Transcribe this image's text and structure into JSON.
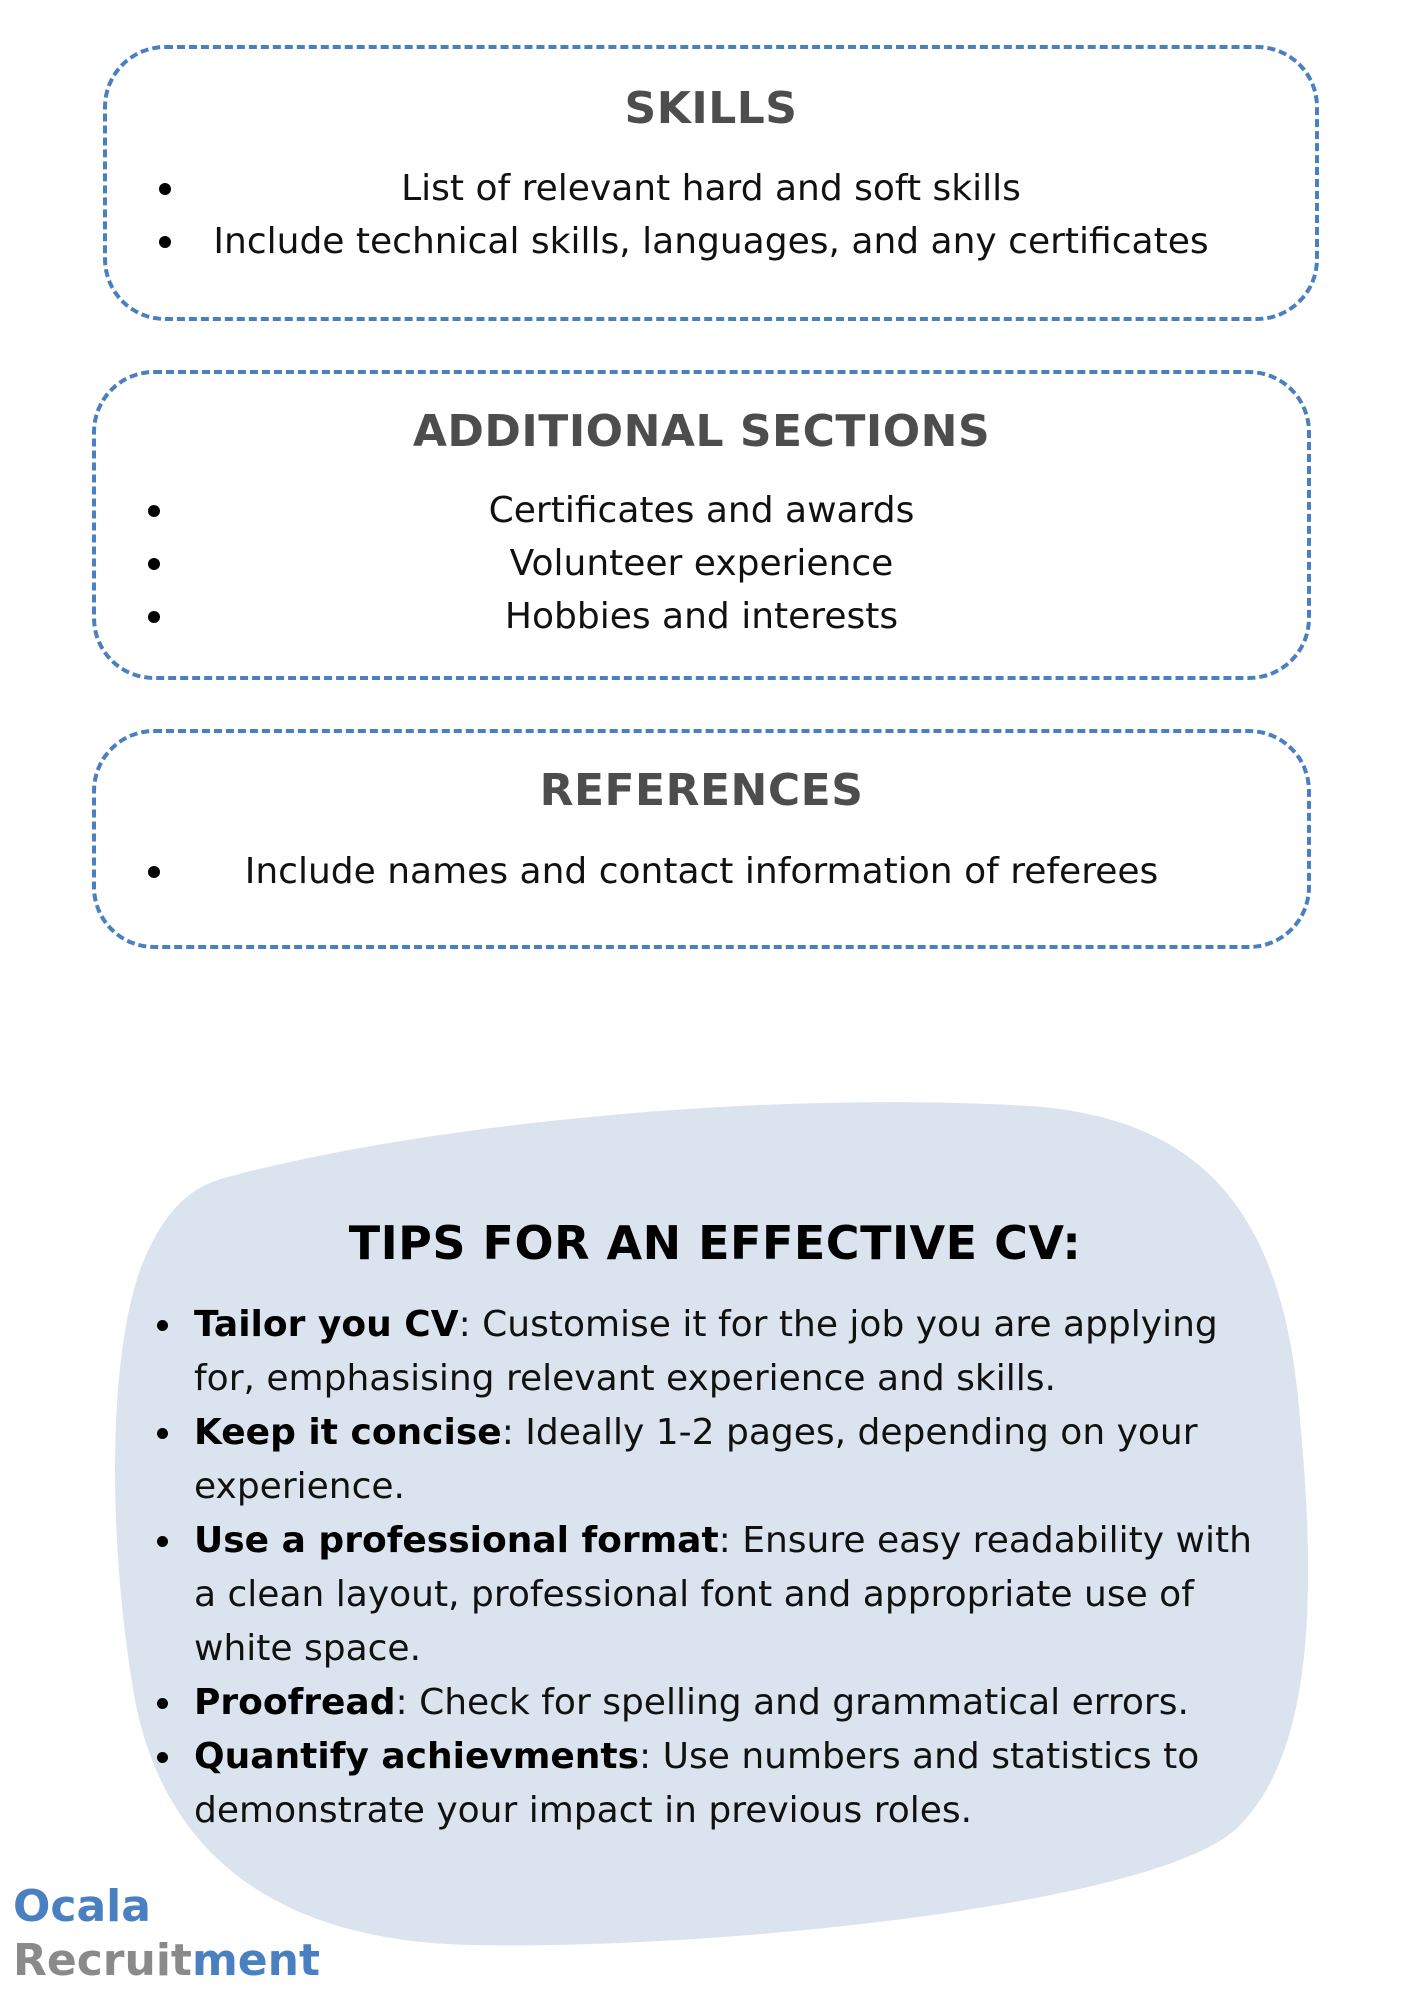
{
  "skills": {
    "title": "SKILLS",
    "items": [
      "List of relevant hard and soft skills",
      "Include technical skills, languages, and any certificates"
    ]
  },
  "additional_sections": {
    "title": "ADDITIONAL SECTIONS",
    "items": [
      "Certificates and awards",
      "Volunteer experience",
      "Hobbies and interests"
    ]
  },
  "references": {
    "title": "REFERENCES",
    "items": [
      "Include names and contact information of referees"
    ]
  },
  "tips": {
    "title": "TIPS FOR AN EFFECTIVE CV:",
    "items": [
      {
        "bold": "Tailor you CV",
        "text": ": Customise it for the job you are applying for, emphasising relevant experience and skills."
      },
      {
        "bold": "Keep it concise",
        "text": ": Ideally 1-2 pages, depending on your experience."
      },
      {
        "bold": "Use a professional format",
        "text": ": Ensure easy readability with a clean layout, professional font and appropriate use of white space."
      },
      {
        "bold": "Proofread",
        "text": ": Check for spelling and grammatical errors."
      },
      {
        "bold": "Quantify achievments",
        "text": ": Use numbers and statistics to demonstrate your impact in previous roles."
      }
    ]
  },
  "logo": {
    "line1": "Ocala",
    "line2_part1": "Recruit",
    "line2_part2": "ment"
  },
  "colors": {
    "accent_blue": "#4a7fc1",
    "blob_fill": "#dbe4ee",
    "heading_gray": "#4d4d4d",
    "logo_gray": "#8a8a8a"
  }
}
